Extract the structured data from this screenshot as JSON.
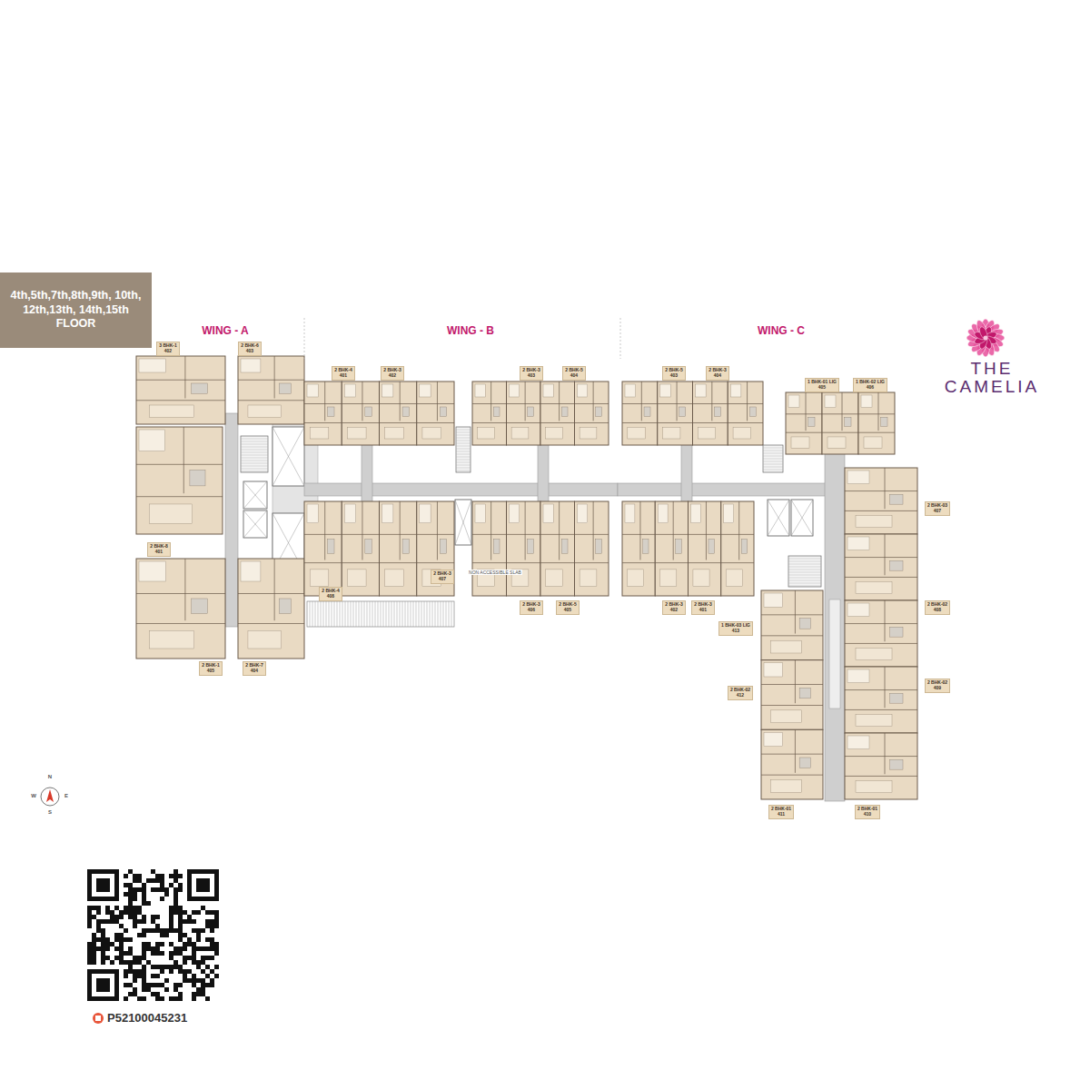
{
  "diagram": {
    "title": "THE CAMELIA",
    "nodes": [
      {
        "text": [
          "4th,5th,7th,8th,9th, 10th, 12th,13th, 14th,15th FLOOR"
        ]
      },
      {
        "text": [
          "3 BHK-1",
          "402"
        ]
      },
      {
        "text": [
          "2 BHK-6",
          "403"
        ]
      },
      {
        "text": [
          "2 BHK-4",
          "401"
        ]
      },
      {
        "text": [
          "2 BHK-3",
          "402"
        ]
      },
      {
        "text": [
          "2 BHK-3",
          "403"
        ]
      },
      {
        "text": [
          "2 BHK-5",
          "404"
        ]
      },
      {
        "text": [
          "2 BHK-5",
          "403"
        ]
      },
      {
        "text": [
          "2 BHK-3",
          "404"
        ]
      },
      {
        "text": [
          "1 BHK-01 LIG",
          "405"
        ]
      },
      {
        "text": [
          "1 BHK-02 LIG",
          "406"
        ]
      },
      {
        "text": [
          "2 BHK-03",
          "407"
        ]
      },
      {
        "text": [
          "2 BHK-8",
          "401"
        ]
      },
      {
        "text": [
          "2 BHK-3",
          "407"
        ]
      },
      {
        "text": [
          "2 BHK-4",
          "408"
        ]
      },
      {
        "text": [
          "2 BHK-3",
          "406"
        ]
      },
      {
        "text": [
          "2 BHK-5",
          "405"
        ]
      },
      {
        "text": [
          "2 BHK-3",
          "402"
        ]
      },
      {
        "text": [
          "2 BHK-3",
          "401"
        ]
      },
      {
        "text": [
          "2 BHK-02",
          "408"
        ]
      },
      {
        "text": [
          "1 BHK-03 LIG",
          "413"
        ]
      },
      {
        "text": [
          "2 BHK-1",
          "405"
        ]
      },
      {
        "text": [
          "2 BHK-7",
          "404"
        ]
      },
      {
        "text": [
          "2 BHK-02",
          "409"
        ]
      },
      {
        "text": [
          "2 BHK-02",
          "412"
        ]
      },
      {
        "text": [
          "2 BHK-01",
          "411"
        ]
      },
      {
        "text": [
          "2 BHK-01",
          "410"
        ]
      }
    ],
    "labels": [
      "WING - A",
      "WING - B",
      "WING - C",
      "NON ACCESSIBLE SLAB",
      "N",
      "W",
      "E",
      "S",
      "P52100045231"
    ]
  }
}
